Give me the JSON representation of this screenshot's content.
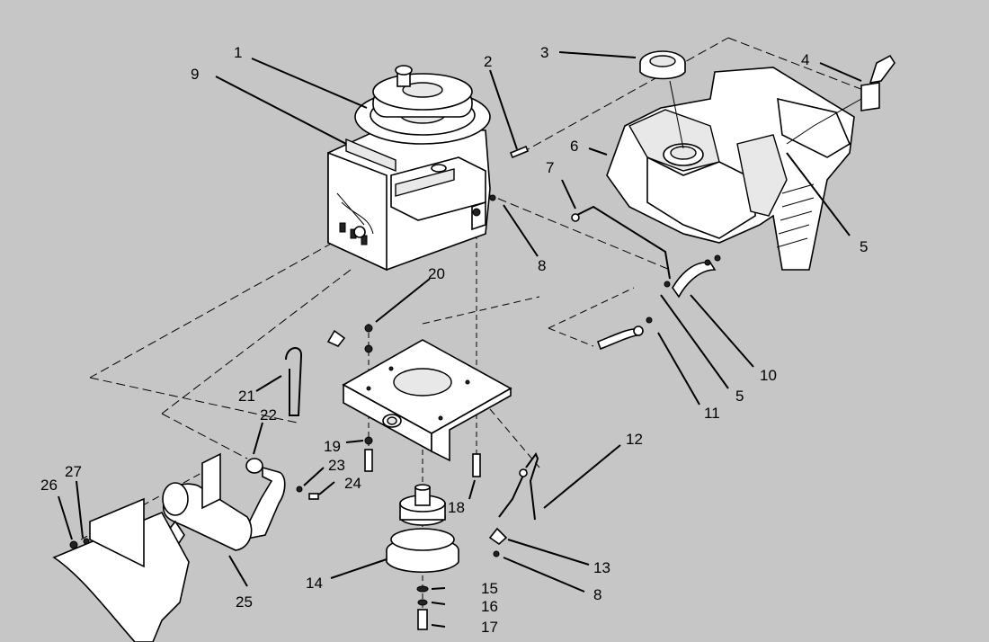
{
  "callouts": {
    "c1": "1",
    "c2": "2",
    "c3": "3",
    "c4": "4",
    "c5a": "5",
    "c5b": "5",
    "c6": "6",
    "c7": "7",
    "c8a": "8",
    "c8b": "8",
    "c9": "9",
    "c10": "10",
    "c11": "11",
    "c12": "12",
    "c13": "13",
    "c14": "14",
    "c15": "15",
    "c16": "16",
    "c17": "17",
    "c18": "18",
    "c19": "19",
    "c20": "20",
    "c21": "21",
    "c22": "22",
    "c23": "23",
    "c24": "24",
    "c25": "25",
    "c26": "26",
    "c27": "27"
  },
  "colors": {
    "background": "#c6c6c6",
    "line": "#000000",
    "part_fill": "#ffffff"
  }
}
